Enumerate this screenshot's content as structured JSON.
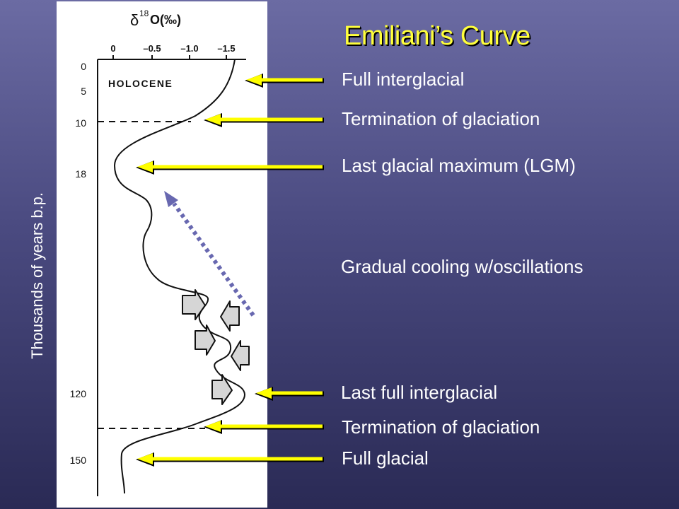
{
  "slide": {
    "title": "Emiliani’s Curve",
    "y_axis_title": "Thousands of years b.p.",
    "colors": {
      "arrow": "#ffff00",
      "trend_arrow": "#6868b0",
      "background": "#4a4a80"
    }
  },
  "figure": {
    "x_axis_label_delta": "δ",
    "x_axis_label_sup": "18",
    "x_axis_label_rest": "O(‰)",
    "x_ticks": [
      "0",
      "–0.5",
      "–1.0",
      "–1.5"
    ],
    "y_ticks": [
      "0",
      "5",
      "10",
      "18",
      "120",
      "150"
    ],
    "holocene_label": "HOLOCENE"
  },
  "annotations": [
    {
      "id": "full-interglacial",
      "label": "Full interglacial"
    },
    {
      "id": "termination-1",
      "label": "Termination of glaciation"
    },
    {
      "id": "lgm",
      "label": "Last glacial maximum (LGM)"
    },
    {
      "id": "gradual-cooling",
      "label": "Gradual cooling w/oscillations"
    },
    {
      "id": "last-full-interglacial",
      "label": "Last full interglacial"
    },
    {
      "id": "termination-2",
      "label": "Termination of glaciation"
    },
    {
      "id": "full-glacial",
      "label": "Full glacial"
    }
  ]
}
